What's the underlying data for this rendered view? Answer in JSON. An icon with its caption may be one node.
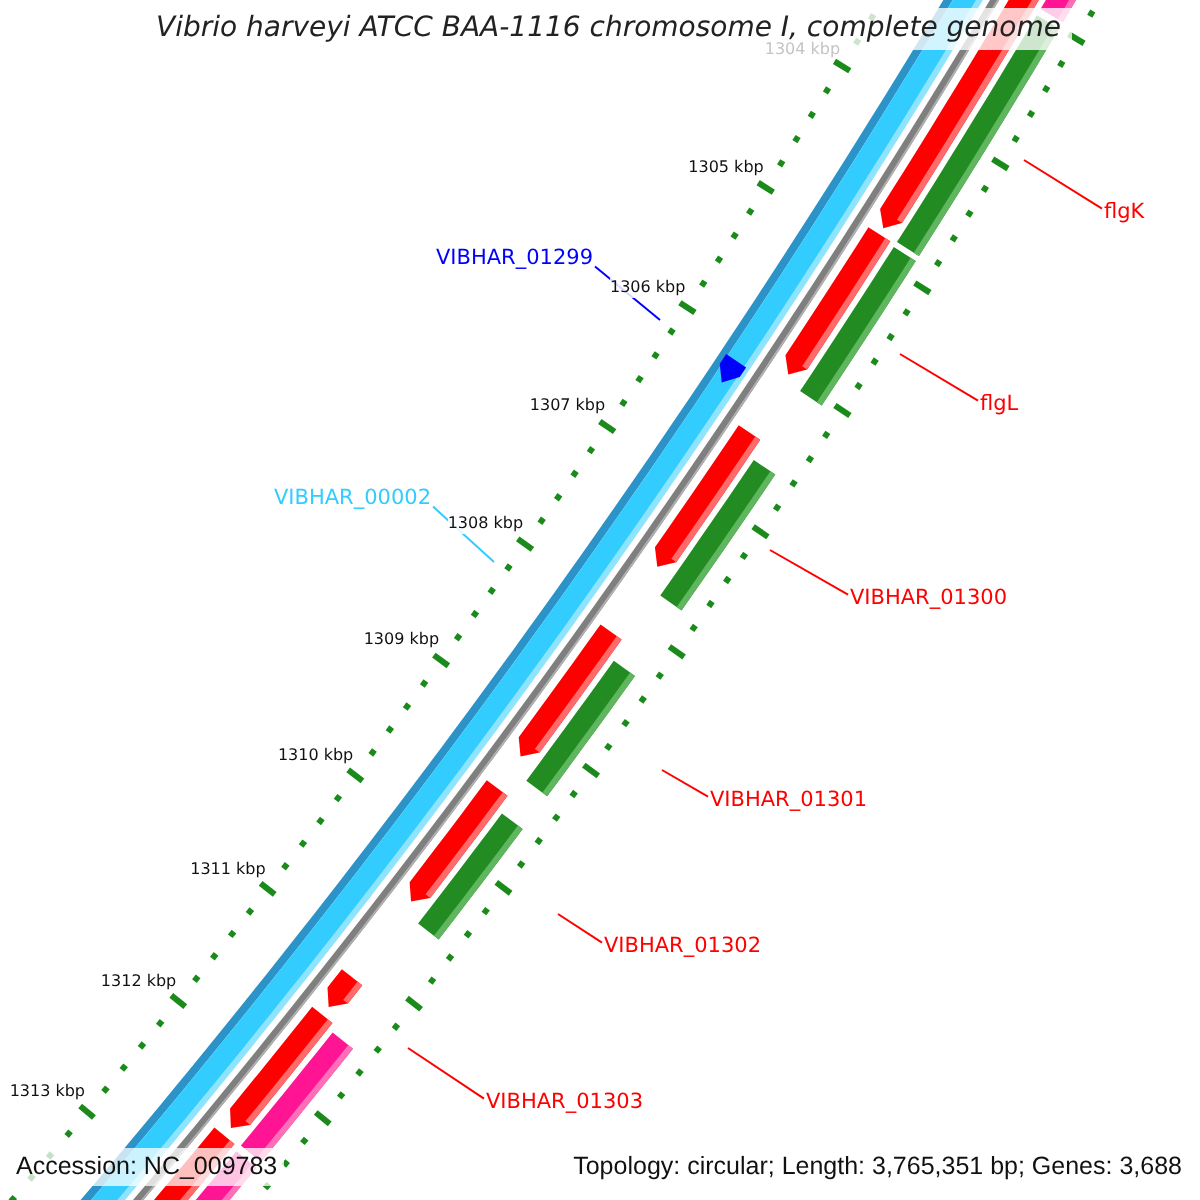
{
  "diagram": {
    "title": "Vibrio harveyi ATCC BAA-1116 chromosome I, complete genome",
    "nodes": [
      {
        "text": [
          "VIBHAR_01299"
        ]
      },
      {
        "text": [
          "VIBHAR_00002"
        ]
      },
      {
        "text": [
          "flgK"
        ]
      },
      {
        "text": [
          "flgL"
        ]
      },
      {
        "text": [
          "VIBHAR_01300"
        ]
      },
      {
        "text": [
          "VIBHAR_01301"
        ]
      },
      {
        "text": [
          "VIBHAR_01302"
        ]
      },
      {
        "text": [
          "VIBHAR_01303"
        ]
      }
    ],
    "edges": [
      {
        "from": 0,
        "to": null,
        "arrow": "none",
        "color": "#0000ff"
      },
      {
        "from": 1,
        "to": null,
        "arrow": "none",
        "color": "#33ccff"
      },
      {
        "from": 2,
        "to": null,
        "arrow": "none"
      },
      {
        "from": 3,
        "to": null,
        "arrow": "none"
      },
      {
        "from": 4,
        "to": null,
        "arrow": "none"
      },
      {
        "from": 5,
        "to": null,
        "arrow": "none"
      },
      {
        "from": 6,
        "to": null,
        "arrow": "none"
      },
      {
        "from": 7,
        "to": null,
        "arrow": "none"
      }
    ],
    "labels": [
      "1304 kbp",
      "1305 kbp",
      "1306 kbp",
      "1307 kbp",
      "1308 kbp",
      "1309 kbp",
      "1310 kbp",
      "1311 kbp",
      "1312 kbp",
      "1313 kbp",
      "Accession: NC_009783",
      "Topology: circular; Length: 3,765,351 bp; Genes: 3,688"
    ]
  }
}
